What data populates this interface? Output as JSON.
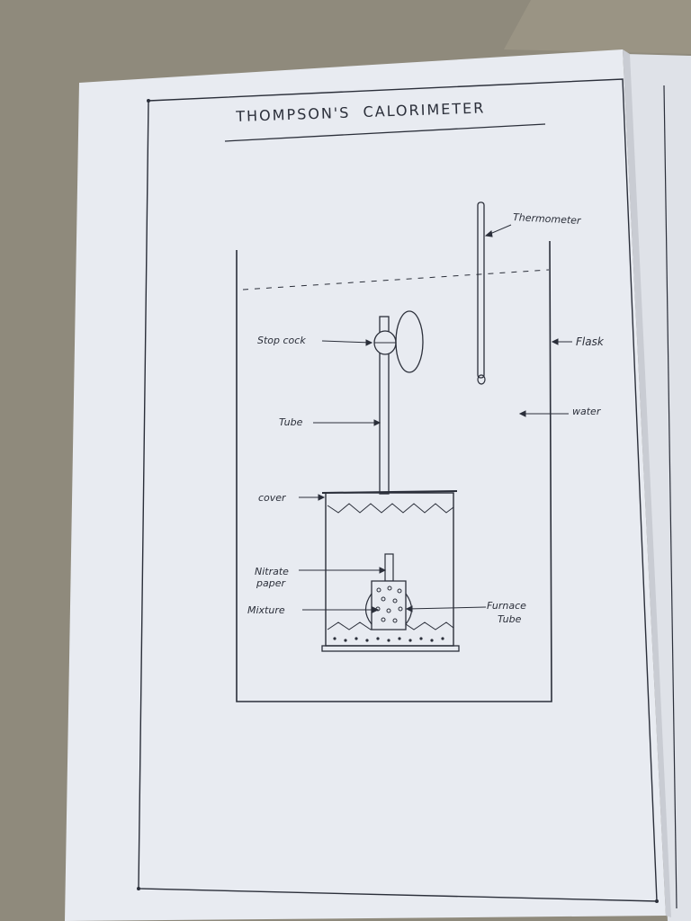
{
  "diagram": {
    "title": "THOMPSON'S  CALORIMETER",
    "labels": {
      "thermometer": "Thermometer",
      "flask": "Flask",
      "water": "water",
      "stop_cock": "Stop cock",
      "tube": "Tube",
      "cover": "cover",
      "nitrate_paper_line1": "Nitrate",
      "nitrate_paper_line2": "paper",
      "mixture": "Mixture",
      "furnace_tube_line1": "Furnace",
      "furnace_tube_line2": "Tube"
    }
  },
  "colors": {
    "background": "#8f8a7c",
    "paper": "#e9ecf2",
    "ink": "#2b2f3a"
  }
}
